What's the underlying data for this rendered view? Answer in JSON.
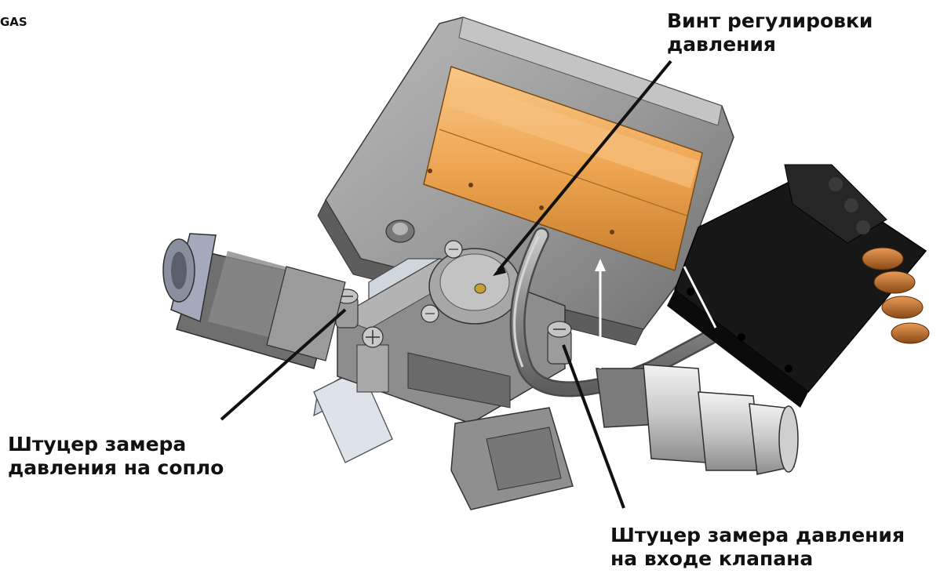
{
  "corner_label": "GAS",
  "callouts": {
    "pressure_screw": {
      "line1": "Винт регулировки",
      "line2": "давления"
    },
    "nozzle_port": {
      "line1": "Штуцер замера",
      "line2": "давления на сопло"
    },
    "inlet_port": {
      "line1": "Штуцер замера давления",
      "line2": "на входе клапана"
    }
  },
  "colors": {
    "housing": "#9a9a9a",
    "housing_dark": "#6f6f6f",
    "gasket": "#f0a94e",
    "connector": "#111111",
    "terminal_orange": "#c8742e",
    "leader_black": "#111111",
    "leader_white": "#ffffff"
  }
}
